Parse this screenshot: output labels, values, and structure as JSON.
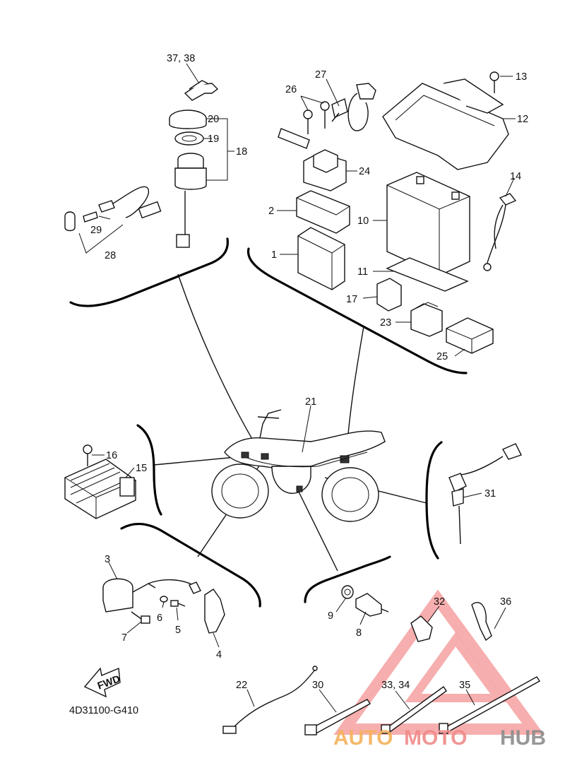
{
  "diagram": {
    "code": "4D31100-G410",
    "fwd_label": "FWD",
    "callouts": [
      "37, 38",
      "20",
      "19",
      "18",
      "29",
      "28",
      "27",
      "26",
      "13",
      "12",
      "24",
      "14",
      "2",
      "10",
      "1",
      "11",
      "17",
      "23",
      "25",
      "21",
      "16",
      "15",
      "31",
      "3",
      "6",
      "5",
      "7",
      "4",
      "9",
      "8",
      "32",
      "36",
      "22",
      "30",
      "33, 34",
      "35"
    ]
  },
  "watermark": {
    "text_a": "AUTO",
    "text_b": "MOTO",
    "text_c": "HUB",
    "colors": {
      "orange": "#f5b25a",
      "red": "#f08a8a",
      "grey": "#8c8c8c"
    }
  }
}
